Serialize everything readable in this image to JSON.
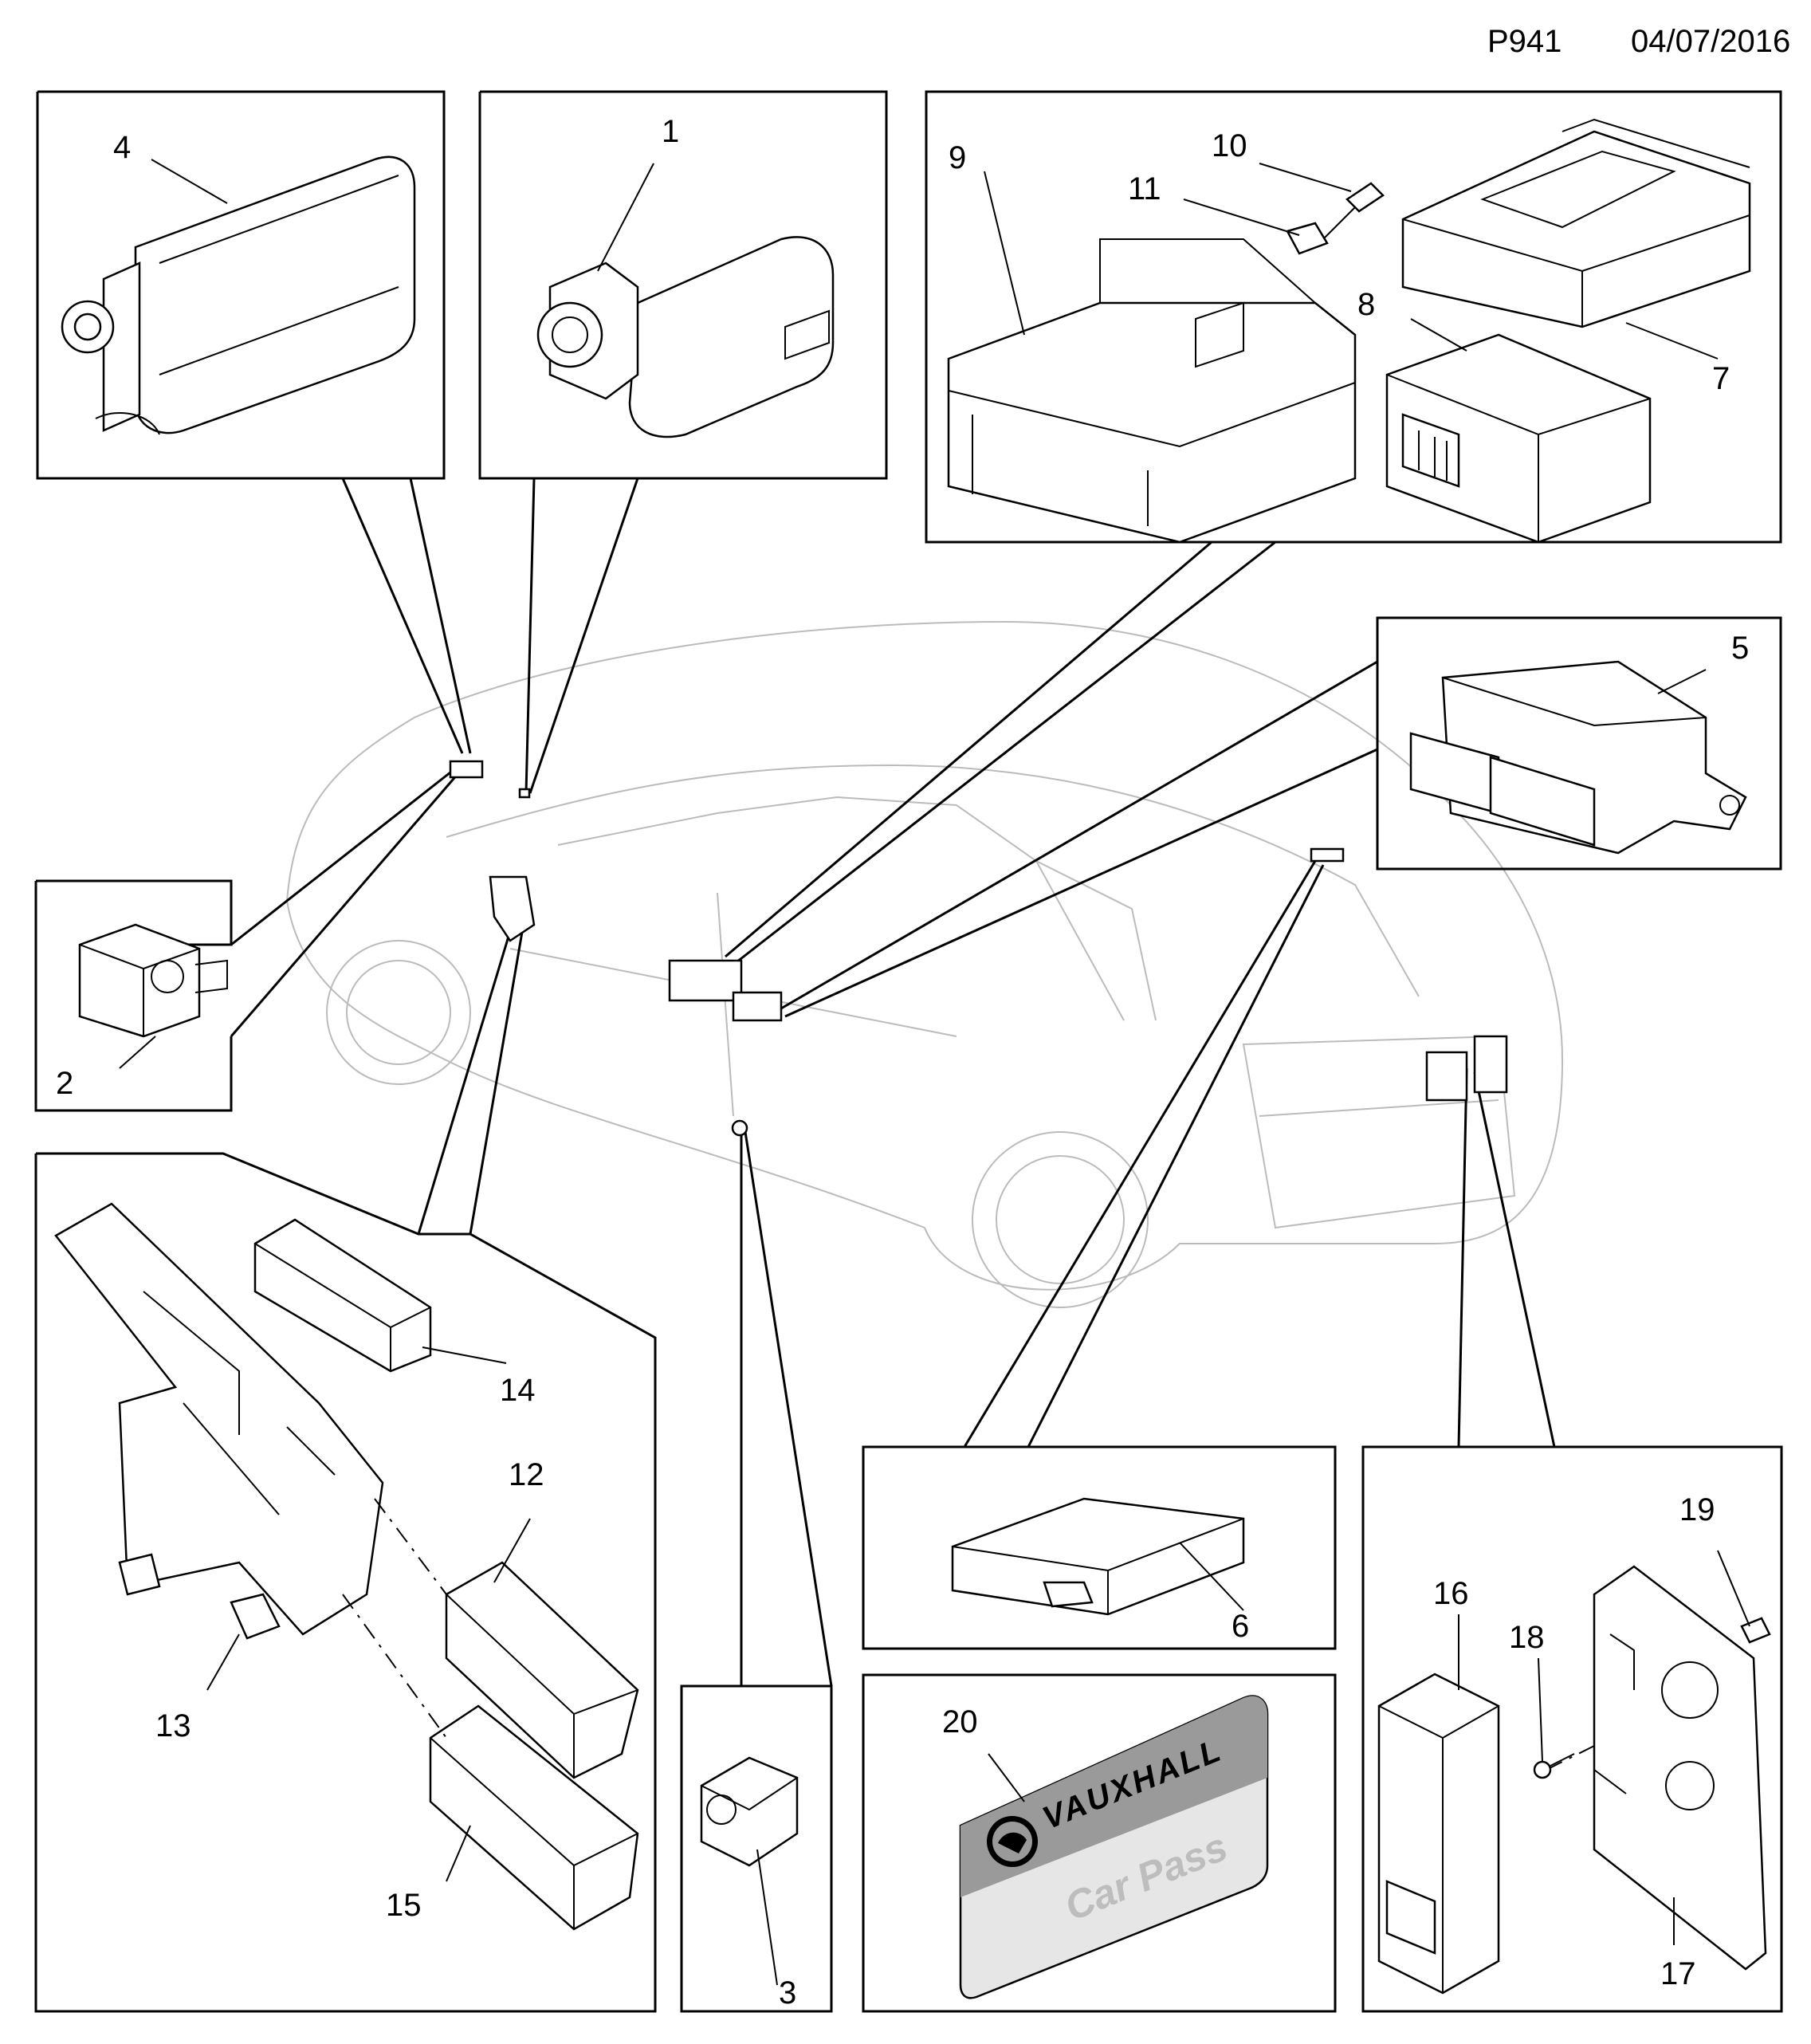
{
  "header": {
    "code": "P941",
    "date": "04/07/2016"
  },
  "callouts": {
    "n1": "1",
    "n2": "2",
    "n3": "3",
    "n4": "4",
    "n5": "5",
    "n6": "6",
    "n7": "7",
    "n8": "8",
    "n9": "9",
    "n10": "10",
    "n11": "11",
    "n12": "12",
    "n13": "13",
    "n14": "14",
    "n15": "15",
    "n16": "16",
    "n17": "17",
    "n18": "18",
    "n19": "19",
    "n20": "20"
  },
  "card": {
    "brand": "VAUXHALL",
    "title": "Car Pass"
  },
  "colors": {
    "line": "#000000",
    "car_outline": "#bbbbbb",
    "card_band": "#9a9a9a",
    "card_body": "#e6e6e6"
  }
}
